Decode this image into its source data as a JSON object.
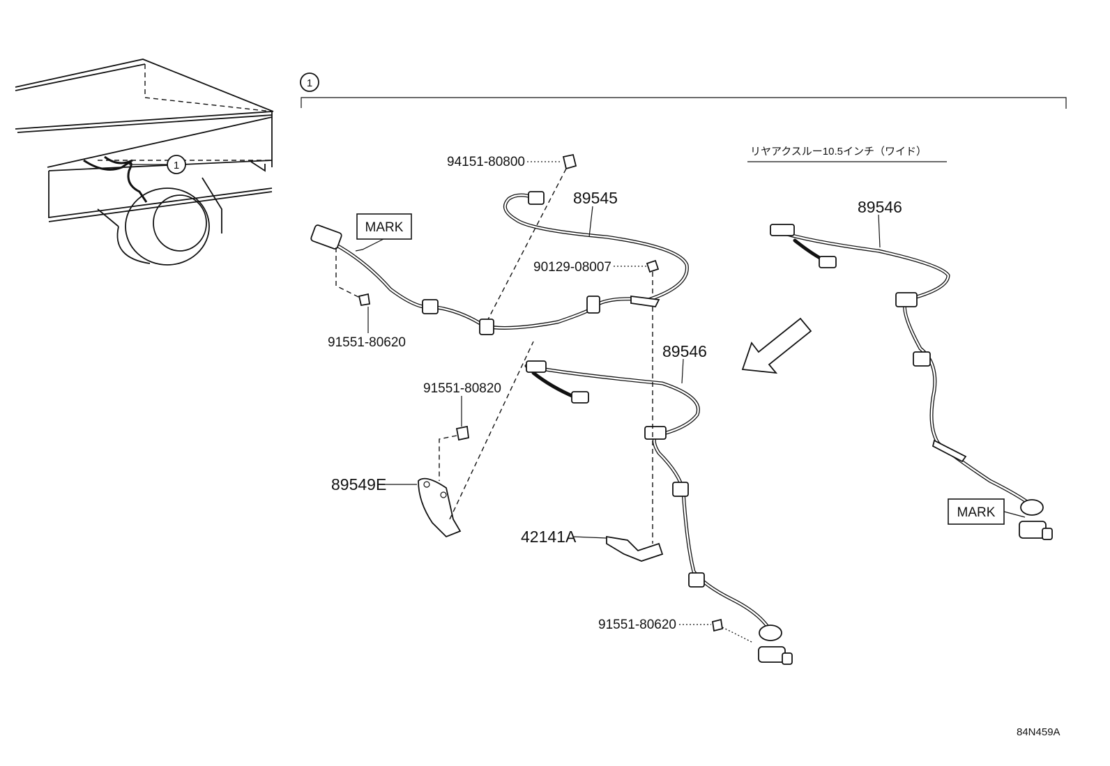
{
  "callout_number": "1",
  "jp_note": "リヤアクスルー10.5インチ（ワイド）",
  "mark_label": "MARK",
  "diagram_code": "84N459A",
  "parts": {
    "p94151": "94151-80800",
    "p89545": "89545",
    "p90129": "90129-08007",
    "p91551_620_top": "91551-80620",
    "p91551_820": "91551-80820",
    "p89549e": "89549E",
    "p89546_center": "89546",
    "p42141a": "42141A",
    "p91551_620_bottom": "91551-80620",
    "p89546_right": "89546"
  }
}
